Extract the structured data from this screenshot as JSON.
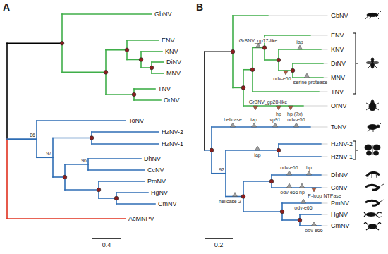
{
  "diagram": {
    "labels": [
      "A",
      "GbNV",
      "ENV",
      "KNV",
      "DiNV",
      "MNV",
      "TNV",
      "OrNV",
      "ToNV",
      "HzNV-2",
      "HzNV-1",
      "DhNV",
      "CcNV",
      "PmNV",
      "HgNV",
      "CmNV",
      "AcMNPV",
      "86",
      "97",
      "96",
      "0.4",
      "B",
      "GbNV",
      "ENV",
      "KNV",
      "DiNV",
      "MNV",
      "TNV",
      "OrNV",
      "ToNV",
      "HzNV-2",
      "HzNV-1",
      "DhNV",
      "CcNV",
      "PmNV",
      "HgNV",
      "CmNV",
      "92",
      "GrBNV_gp17-like",
      "iap",
      "odv-e56",
      "serine protease",
      "GrBNV_gp28-like",
      "hp",
      "hp (7x)",
      "helicase",
      "iap",
      "vp91",
      "odv-e56",
      "iap",
      "helicase-2",
      "odv-e66",
      "hp",
      "odv-e66",
      "hp",
      "P-loop NTPase",
      "odv-e66",
      "odv-e66",
      "0.2"
    ]
  }
}
